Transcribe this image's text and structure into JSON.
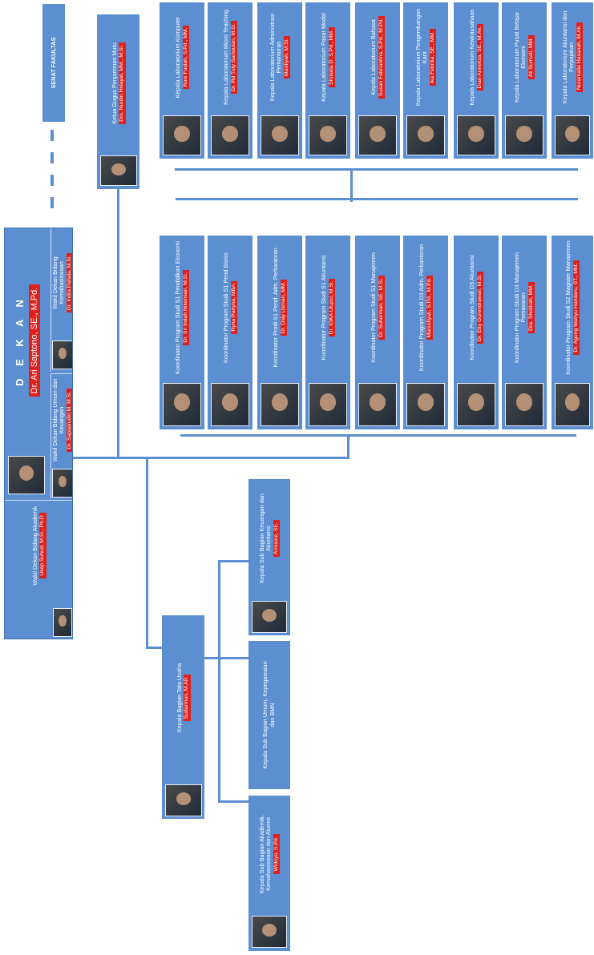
{
  "senat": {
    "label": "SENAT FAKULTAS"
  },
  "dekan": {
    "title": "D E K A N",
    "name": "Dr. Ari Saptono, SE., M.Pd."
  },
  "wakil": [
    {
      "title": "Wakil Dekan Bidang Kemahasiswaan",
      "name": "Dr. Indra Pahala, M.Si."
    },
    {
      "title": "Wakil Dekan Bidang Umum dan Keuangan",
      "name": "Dr. Sapaarudin M. M.Si."
    },
    {
      "title": "Wakil Dekan Bidang Akademik",
      "name": "Usep Suhud, M.Si., Ph.D"
    }
  ],
  "mutu": {
    "title": "Ketua Gugus Penjaminan Mutu",
    "name": "Drs. Nurdin Hidayat, MM., M.Si."
  },
  "labs": [
    {
      "title": "Kepala Laboratorium Komputer",
      "name": "Roni Faslah, S.Pd., MM."
    },
    {
      "title": "Kepala Laboratorium Micro Teaching",
      "name": "Dr. Rd Tuty Sariwulan, M.Si."
    },
    {
      "title": "Kepala Laboratorium Administrasi Perkantoran",
      "name": "Mardiyah, M.Si."
    },
    {
      "title": "Kepala Laboratorium Pasar Modal",
      "name": "Sholatia D. S.Pd., MM."
    },
    {
      "title": "Kepala Laboratorium Bahasa",
      "name": "Susan Febriantina, S.Pd., M.Pd."
    },
    {
      "title": "Kepala Laboratorium Pengembangan Karir",
      "name": "Ika Febrilia, SE., MM."
    },
    {
      "title": "Kepala Laboratorium Kewirausahaan",
      "name": "Dian Armeliza, SE., M.Ak."
    },
    {
      "title": "Kepala Laboratorium Pusat Belajar Ekonomi",
      "name": "Ati Sumiati, MM."
    },
    {
      "title": "Kepala Laboratorium Akuntansi dan Perpajakan",
      "name": "Nuramalia Hasanah, M.Ak."
    }
  ],
  "prodi": [
    {
      "title": "Koordinator Program Studi S1 Pendidikan Ekonomi",
      "name": "Dr. Sri Indah Nikensari, M.Si."
    },
    {
      "title": "Koordinator Program Studi S1 Pend.Bisnis",
      "name": "Ryna Parlyna, MBA"
    },
    {
      "title": "Koordinator Prodi S1 Pend. Adm. Perkantoran",
      "name": "Dr. Osly Usman, MM."
    },
    {
      "title": "Koordinator Program Studi S1 Akuntansi",
      "name": "Dr. IGKA Ulupui, M.Si."
    },
    {
      "title": "Koordinator Program Studi S1 Manajemen",
      "name": "Dr. Suherman, SE, M.Si."
    },
    {
      "title": "Koordinator Program Studi D3 Adm. Perkantoran",
      "name": "Marsofiyati, S.Pd., M.Pd."
    },
    {
      "title": "Koordinator Program Studi D3 Akuntansi",
      "name": "Dr. Etty Gurendrawati, M.Si."
    },
    {
      "title": "Koordinator Program Studi D3 Manajemen Pemasaran",
      "name": "Dra. Sholikah, MM."
    },
    {
      "title": "Koordinator Program Studi S2 Magister Manajemen",
      "name": "Dr. Agung Wahyu Handaru, ST., MM."
    }
  ],
  "tu": {
    "title": "Kepala Bagian Tata Usaha",
    "name": "Sudarman, M.AP."
  },
  "subbag": [
    {
      "title": "Kepala Sub Bagian Keuangan dan Akuntansi",
      "name": "Armaine, SE."
    },
    {
      "title": "Kepala Sub Bagian Umum, Kepegawaian dan BMN",
      "name": ""
    },
    {
      "title": "Kepala Sub Bagian Akademik, Kemahasiswaan dan Alumni",
      "name": "Widoyo, S.Pd."
    }
  ]
}
